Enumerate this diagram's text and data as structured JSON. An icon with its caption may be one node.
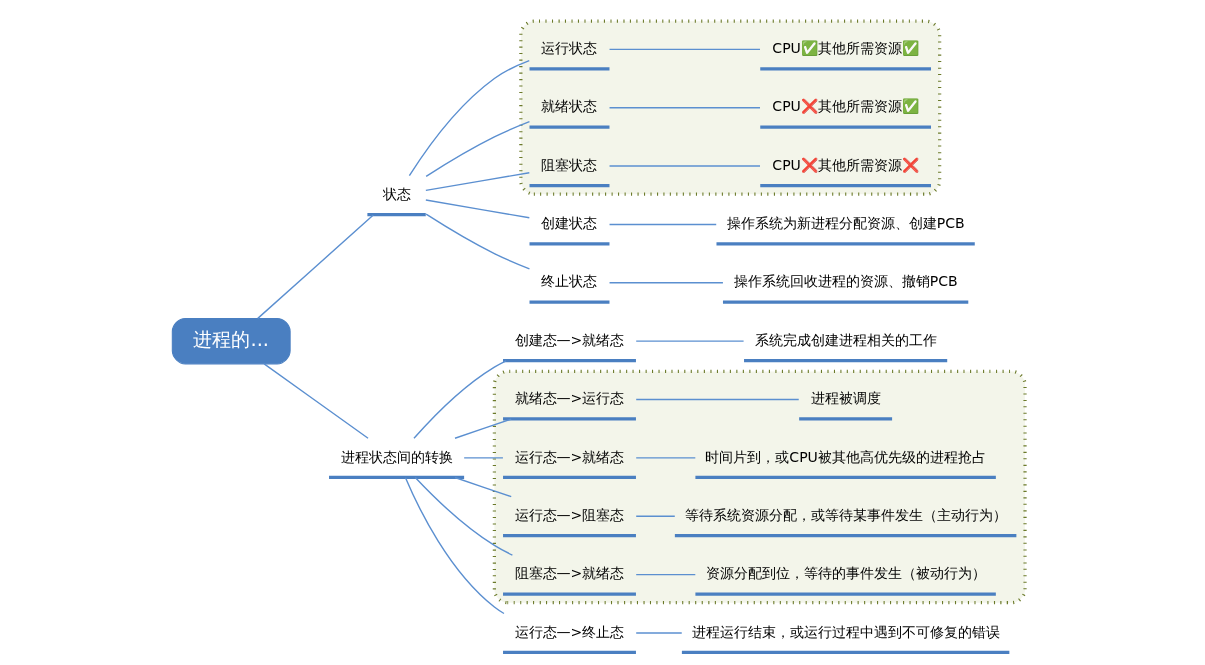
{
  "diagram": {
    "nodes": [
      {
        "text": [
          "进程的..."
        ]
      },
      {
        "text": [
          "状态"
        ]
      },
      {
        "text": [],
        "shape": "box"
      },
      {
        "text": [
          "运行状态"
        ],
        "in": 2
      },
      {
        "text": [
          "CPU✅其他所需资源✅"
        ],
        "in": 2
      },
      {
        "text": [
          "就绪状态"
        ],
        "in": 2
      },
      {
        "text": [
          "CPU❌其他所需资源✅"
        ],
        "in": 2
      },
      {
        "text": [
          "阻塞状态"
        ],
        "in": 2
      },
      {
        "text": [
          "CPU❌其他所需资源❌"
        ],
        "in": 2
      },
      {
        "text": [
          "创建状态"
        ]
      },
      {
        "text": [
          "操作系统为新进程分配资源、创建PCB"
        ]
      },
      {
        "text": [
          "终止状态"
        ]
      },
      {
        "text": [
          "操作系统回收进程的资源、撤销PCB"
        ]
      },
      {
        "text": [
          "进程状态间的转换"
        ]
      },
      {
        "text": [],
        "shape": "box"
      },
      {
        "text": [
          "就绪态—>运行态"
        ],
        "in": 14
      },
      {
        "text": [
          "进程被调度"
        ],
        "in": 14
      },
      {
        "text": [
          "运行态—>就绪态"
        ],
        "in": 14
      },
      {
        "text": [
          "时间片到，或CPU被其他高优先级的进程抢占"
        ],
        "in": 14
      },
      {
        "text": [
          "运行态—>阻塞态"
        ],
        "in": 14
      },
      {
        "text": [
          "等待系统资源分配，或等待某事件发生（主动行为）"
        ],
        "in": 14
      },
      {
        "text": [
          "阻塞态—>就绪态"
        ],
        "in": 14
      },
      {
        "text": [
          "资源分配到位，等待的事件发生（被动行为）"
        ],
        "in": 14
      },
      {
        "text": [
          "创建态—>就绪态"
        ]
      },
      {
        "text": [
          "系统完成创建进程相关的工作"
        ]
      },
      {
        "text": [
          "运行态—>终止态"
        ]
      },
      {
        "text": [
          "进程运行结束，或运行过程中遇到不可修复的错误"
        ]
      }
    ],
    "edges": [
      {
        "from": 0,
        "to": 1,
        "arrow": "none"
      },
      {
        "from": 0,
        "to": 13,
        "arrow": "none"
      },
      {
        "from": 1,
        "to": 3,
        "arrow": "none"
      },
      {
        "from": 1,
        "to": 5,
        "arrow": "none"
      },
      {
        "from": 1,
        "to": 7,
        "arrow": "none"
      },
      {
        "from": 1,
        "to": 9,
        "arrow": "none"
      },
      {
        "from": 1,
        "to": 11,
        "arrow": "none"
      },
      {
        "from": 3,
        "to": 4,
        "arrow": "none"
      },
      {
        "from": 5,
        "to": 6,
        "arrow": "none"
      },
      {
        "from": 7,
        "to": 8,
        "arrow": "none"
      },
      {
        "from": 9,
        "to": 10,
        "arrow": "none"
      },
      {
        "from": 11,
        "to": 12,
        "arrow": "none"
      },
      {
        "from": 13,
        "to": 15,
        "arrow": "none"
      },
      {
        "from": 13,
        "to": 17,
        "arrow": "none"
      },
      {
        "from": 13,
        "to": 19,
        "arrow": "none"
      },
      {
        "from": 13,
        "to": 21,
        "arrow": "none"
      },
      {
        "from": 13,
        "to": 23,
        "arrow": "none"
      },
      {
        "from": 13,
        "to": 25,
        "arrow": "none"
      },
      {
        "from": 15,
        "to": 16,
        "arrow": "none"
      },
      {
        "from": 17,
        "to": 18,
        "arrow": "none"
      },
      {
        "from": 19,
        "to": 20,
        "arrow": "none"
      },
      {
        "from": 21,
        "to": 22,
        "arrow": "none"
      },
      {
        "from": 23,
        "to": 24,
        "arrow": "none"
      },
      {
        "from": 25,
        "to": 26,
        "arrow": "none"
      }
    ]
  }
}
